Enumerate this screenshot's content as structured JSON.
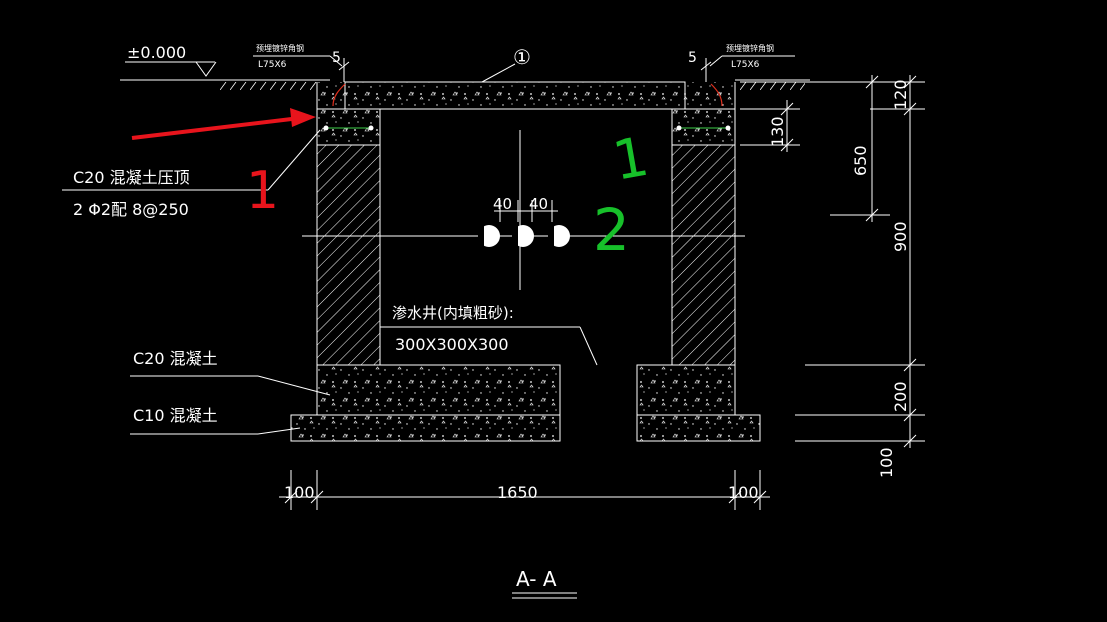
{
  "drawing": {
    "elevation_label": "±0.000",
    "embedded_angle_label_left": "预埋镀锌角钢",
    "embedded_angle_label_right": "预埋镀锌角钢",
    "angle_size_left": "L75X6",
    "angle_size_right": "L75X6",
    "dim_5_left": "5",
    "dim_5_right": "5",
    "cover_ref": "①",
    "coping_label": "C20 混凝土压顶",
    "rebar_label": "2 Φ2配 8@250",
    "dim_40_a": "40",
    "dim_40_b": "40",
    "sump_label": "渗水井(内填粗砂):",
    "sump_size": "300X300X300",
    "c20_label": "C20 混凝土",
    "c10_label": "C10 混凝土",
    "dim_120": "120",
    "dim_130": "130",
    "dim_650": "650",
    "dim_900": "900",
    "dim_200": "200",
    "dim_100_vertical": "100",
    "dim_100_left": "100",
    "dim_1650": "1650",
    "dim_100_right": "100",
    "section_title": "A- A"
  },
  "annotations": {
    "mark_1": "1",
    "mark_1_2": "1",
    "mark_2": "2",
    "arrow_color": "#e8141c",
    "mark_1_color": "#e8141c",
    "mark_2_color": "#17c02a"
  },
  "colors": {
    "background": "#000000",
    "line": "#ffffff",
    "rebar_green": "#3ecf4a",
    "anchor_red": "#e0301e"
  }
}
